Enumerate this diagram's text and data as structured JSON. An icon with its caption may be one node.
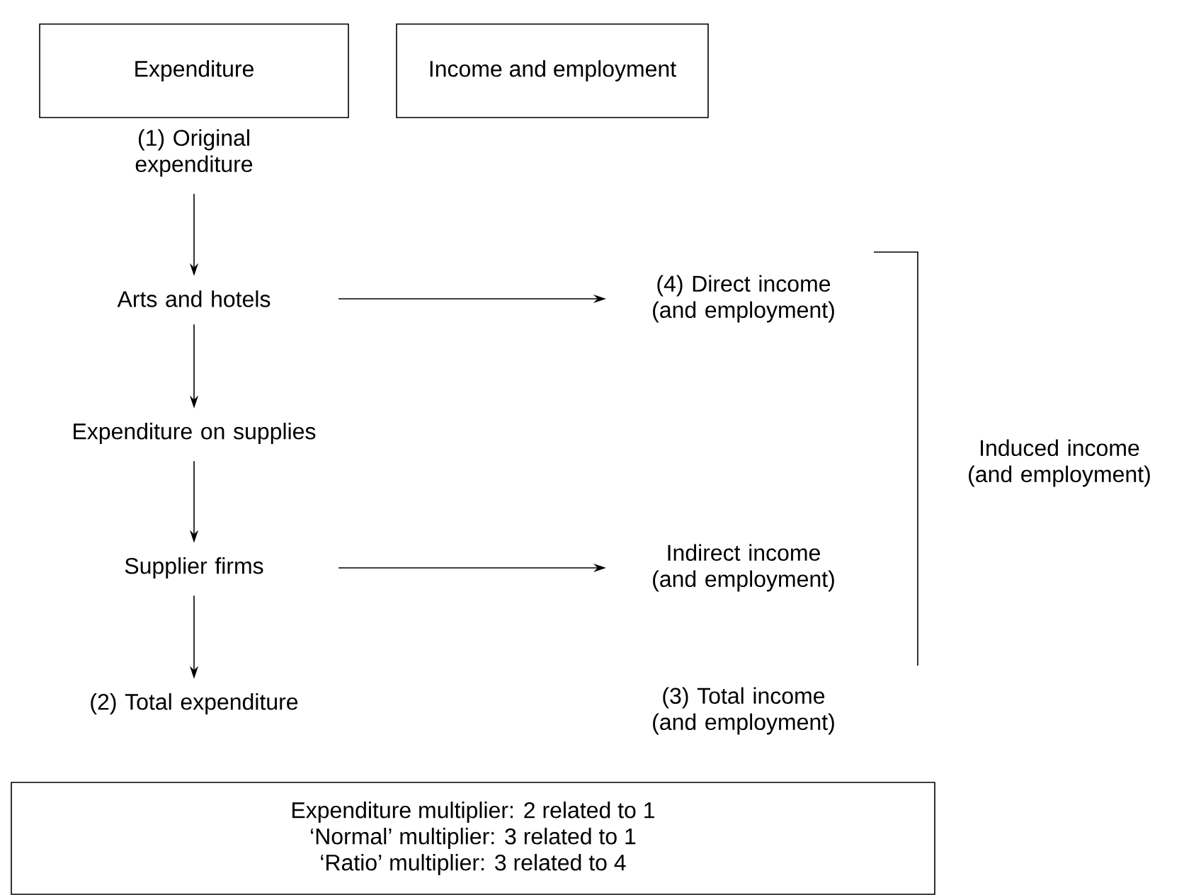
{
  "diagram": {
    "nodes": [
      {
        "text": [
          "Expenditure"
        ]
      },
      {
        "text": [
          "Income and employment"
        ]
      },
      {
        "text": [
          "(1) Original expenditure"
        ]
      },
      {
        "text": [
          "Arts and hotels"
        ]
      },
      {
        "text": [
          "(4) Direct income (and employment)"
        ]
      },
      {
        "text": [
          "Expenditure on supplies"
        ]
      },
      {
        "text": [
          "Supplier firms"
        ]
      },
      {
        "text": [
          "Indirect income (and employment)"
        ]
      },
      {
        "text": [
          "(2) Total expenditure"
        ]
      },
      {
        "text": [
          "(3) Total income (and employment)"
        ]
      },
      {
        "text": [
          "Expenditure multiplier: 2 related to 1",
          "‘Normal’ multiplier: 3 related to 1",
          "‘Ratio’ multiplier: 3 related to 4"
        ]
      }
    ],
    "edges": [
      {
        "from": 2,
        "to": 3,
        "arrow": "to"
      },
      {
        "from": 3,
        "to": 4,
        "arrow": "to"
      },
      {
        "from": 3,
        "to": 5,
        "arrow": "to"
      },
      {
        "from": 5,
        "to": 6,
        "arrow": "to"
      },
      {
        "from": 6,
        "to": 7,
        "arrow": "to"
      },
      {
        "from": 6,
        "to": 8,
        "arrow": "to"
      }
    ],
    "labels": [
      "Induced income (and employment)"
    ]
  }
}
